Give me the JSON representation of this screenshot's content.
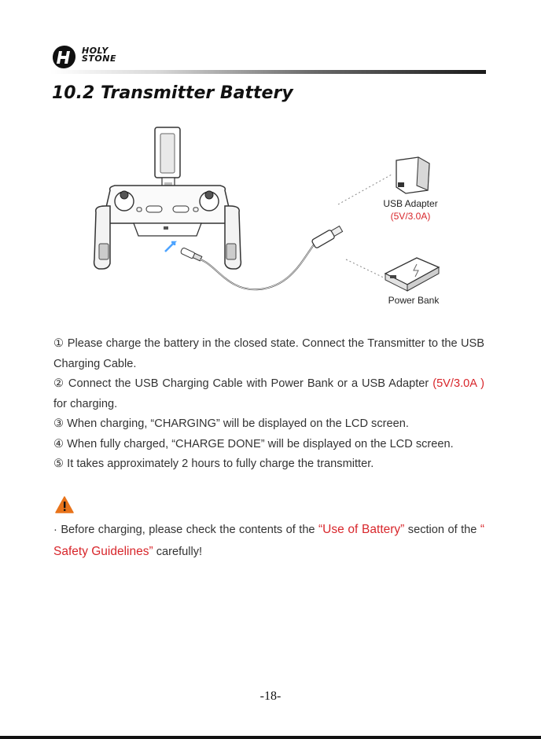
{
  "header": {
    "brand_line1": "HOLY",
    "brand_line2": "STONE"
  },
  "title": "10.2 Transmitter Battery",
  "figure": {
    "usb_adapter_label": "USB Adapter",
    "usb_adapter_spec": "(5V/3.0A)",
    "power_bank_label": "Power Bank"
  },
  "steps": [
    {
      "num": "①",
      "text": "Please charge the battery in the closed state. Connect the Transmitter to the USB Charging Cable."
    },
    {
      "num": "②",
      "text_before": "Connect the USB Charging Cable with Power Bank or a USB Adapter ",
      "highlight": "(5V/3.0A )",
      "text_after": " for charging."
    },
    {
      "num": "③",
      "text": "When charging, “CHARGING” will be displayed on the LCD screen."
    },
    {
      "num": "④",
      "text": "When fully charged, “CHARGE DONE” will be displayed on the LCD screen."
    },
    {
      "num": "⑤",
      "text": "It takes approximately 2 hours to fully charge the transmitter."
    }
  ],
  "warning": {
    "bullet": "·",
    "text_before": "Before charging, please check the contents of the ",
    "highlight1": "“Use of Battery”",
    "text_middle": " section of the ",
    "highlight2": "“ Safety Guidelines”",
    "text_after": " carefully!"
  },
  "page_number": "-18-",
  "colors": {
    "accent_red": "#d8262b",
    "warning_orange": "#e8731a"
  }
}
